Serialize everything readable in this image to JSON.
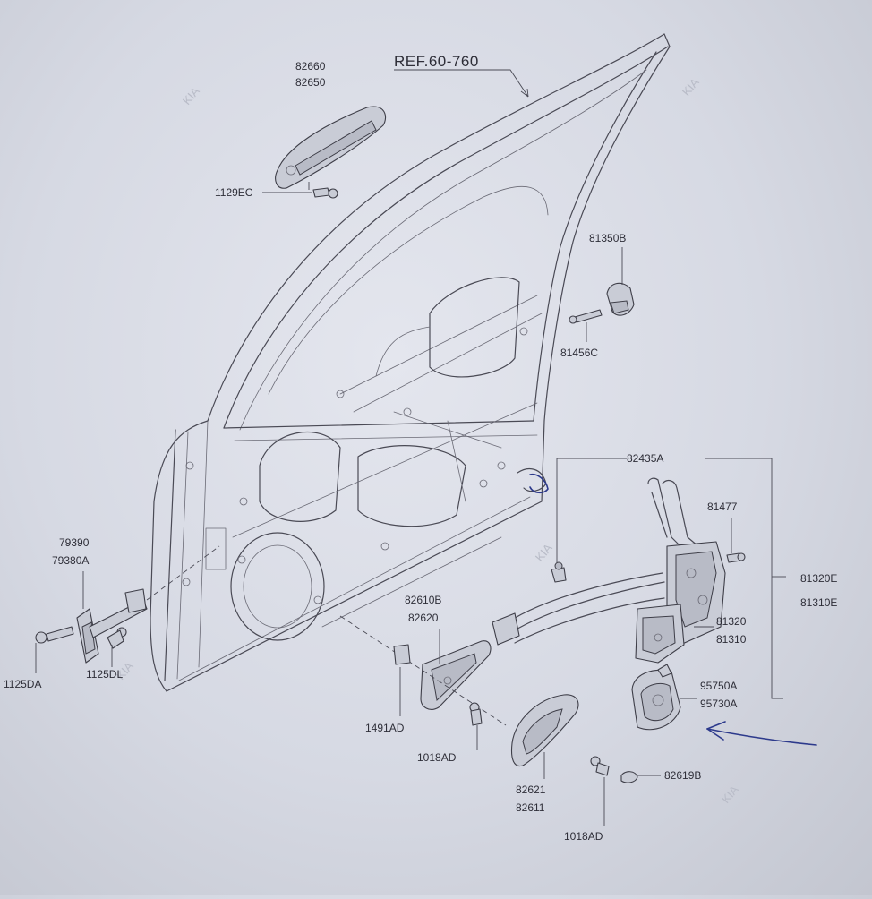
{
  "reference": "REF.60-760",
  "watermark": "KIA",
  "callouts": {
    "outside_handle_a": "82660",
    "outside_handle_b": "82650",
    "handle_bolt": "1129EC",
    "striker": "81350B",
    "striker_bolt": "81456C",
    "rod_clip": "82435A",
    "latch_screw": "81477",
    "latch_assy_a": "81320E",
    "latch_assy_b": "81310E",
    "latch_a": "81320",
    "latch_b": "81310",
    "actuator_a": "95750A",
    "actuator_b": "95730A",
    "checker_a": "79390",
    "checker_b": "79380A",
    "checker_bolt_a": "1125DA",
    "checker_bolt_b": "1125DL",
    "inside_handle_a": "82610B",
    "inside_handle_b": "82620",
    "nut_clip": "1491AD",
    "handle_screw_a": "1018AD",
    "cover_a": "82621",
    "cover_b": "82611",
    "handle_screw_b": "1018AD",
    "cap": "82619B"
  },
  "colors": {
    "paper": "#d6d9e3",
    "line": "#4a4a55",
    "pen_ink": "#2d3a8c"
  }
}
